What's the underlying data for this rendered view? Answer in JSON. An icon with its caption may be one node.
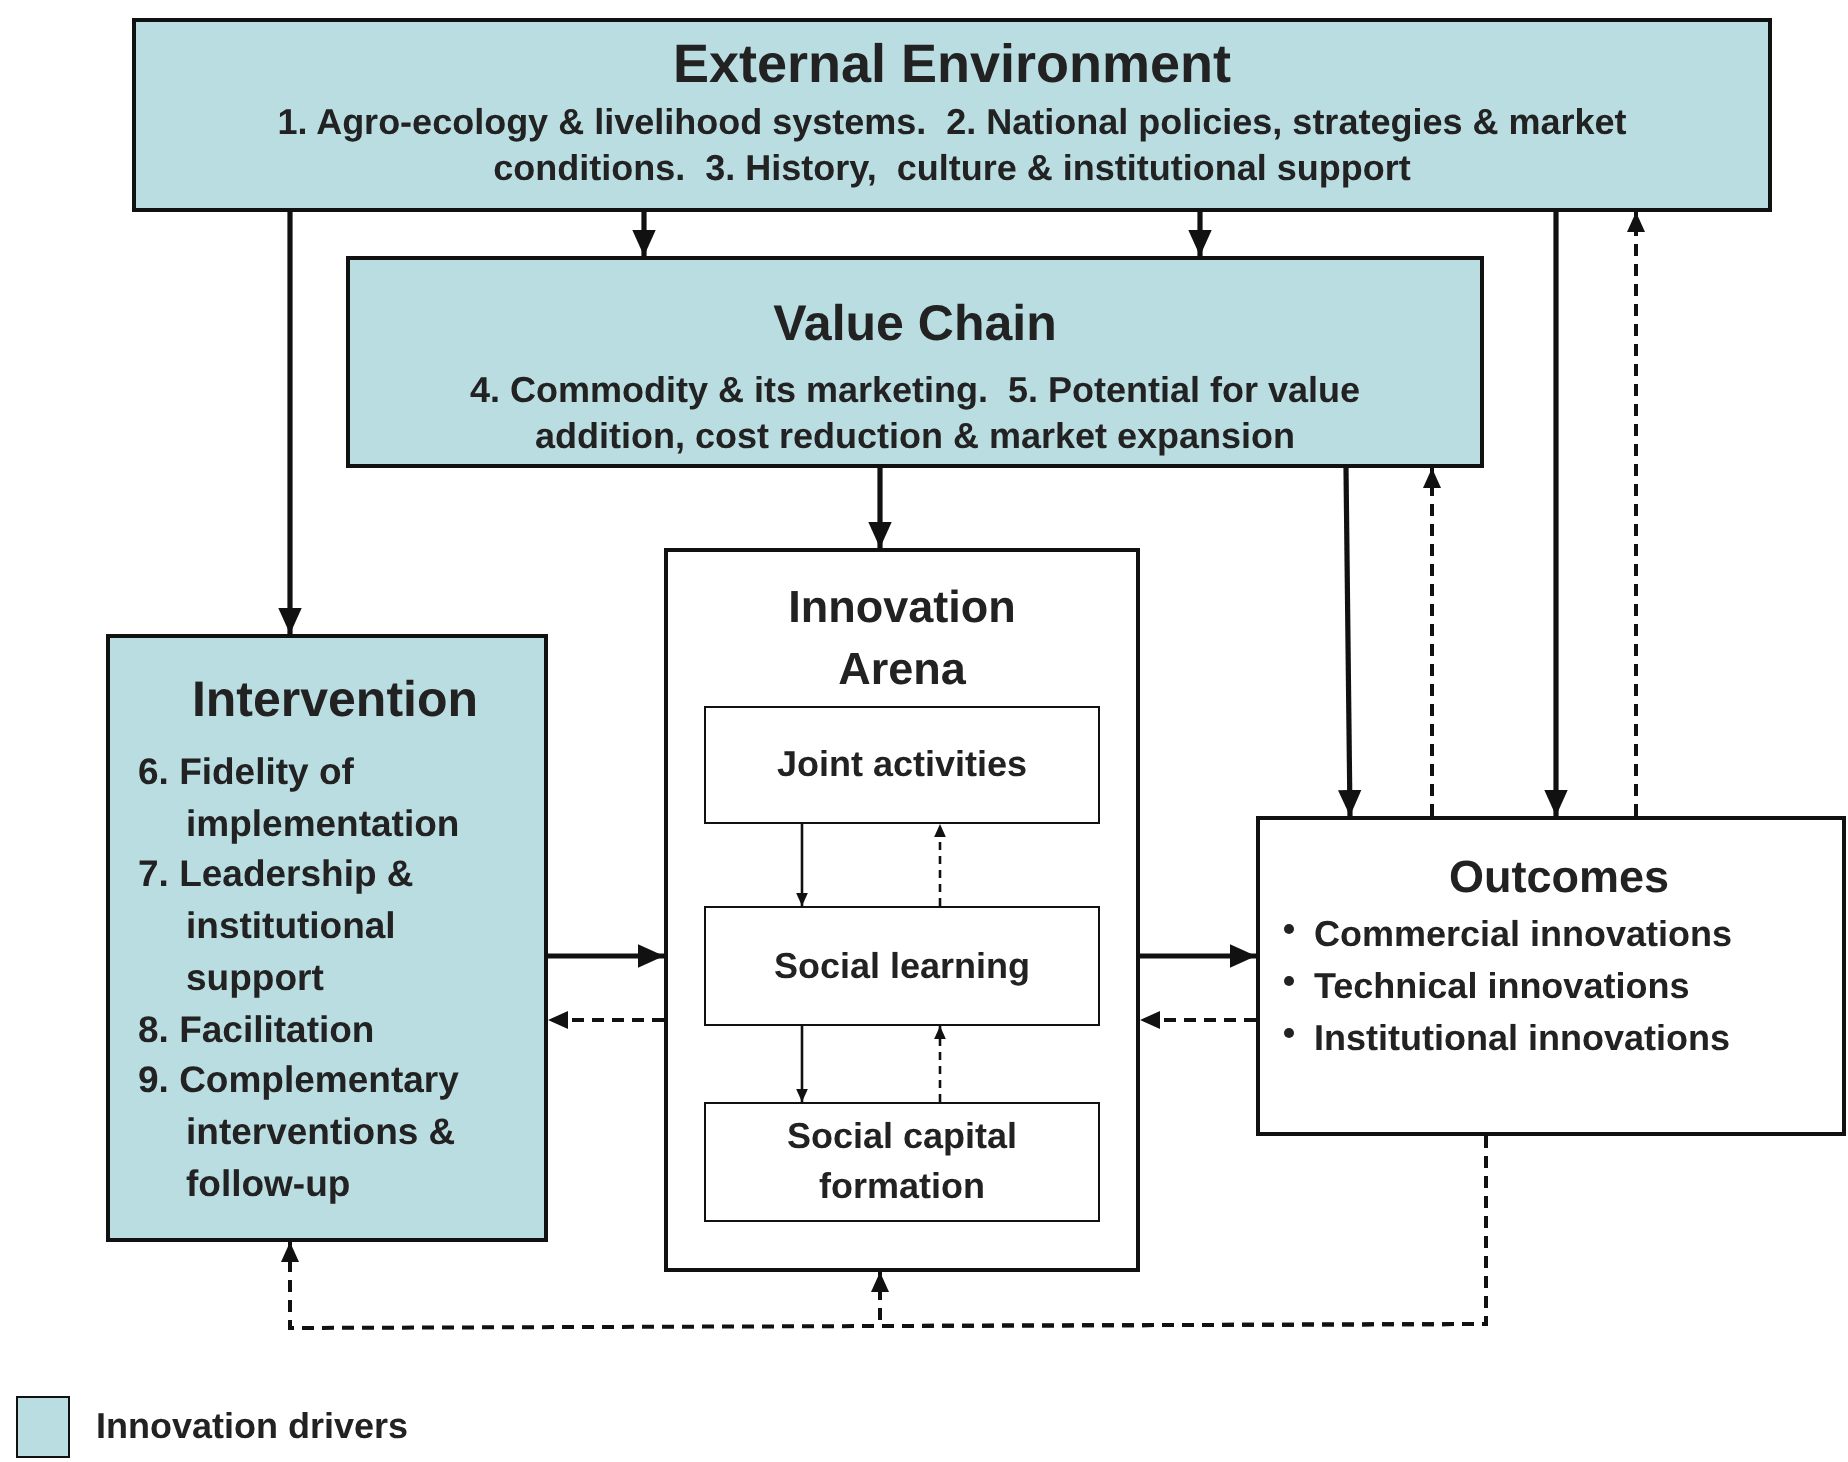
{
  "diagram": {
    "nodes": [
      {
        "text": [
          "External Environment",
          "1. Agro-ecology & livelihood systems.  2. National policies, strategies & market conditions.  3. History,  culture & institutional support"
        ]
      },
      {
        "text": [
          "Value Chain",
          "4. Commodity & its marketing.  5. Potential for value addition, cost reduction & market expansion"
        ]
      },
      {
        "text": [
          "Intervention",
          "6. Fidelity of implementation",
          "7. Leadership & institutional support",
          "8. Facilitation",
          "9. Complementary interventions & follow-up"
        ]
      },
      {
        "text": [
          "Innovation Arena"
        ]
      },
      {
        "text": [
          "Joint activities"
        ],
        "in": 3
      },
      {
        "text": [
          "Social learning"
        ],
        "in": 3
      },
      {
        "text": [
          "Social capital formation"
        ],
        "in": 3
      },
      {
        "text": [
          "Outcomes",
          "Commercial innovations",
          "Technical innovations",
          "Institutional innovations"
        ]
      }
    ],
    "edges": [
      {
        "from": 0,
        "to": 1,
        "arrow": "to"
      },
      {
        "from": 0,
        "to": 1,
        "arrow": "to"
      },
      {
        "from": 0,
        "to": 2,
        "arrow": "to"
      },
      {
        "from": 0,
        "to": 7,
        "arrow": "to"
      },
      {
        "from": 7,
        "to": 0,
        "arrow": "to",
        "style": "dashed"
      },
      {
        "from": 1,
        "to": 3,
        "arrow": "to"
      },
      {
        "from": 1,
        "to": 7,
        "arrow": "to"
      },
      {
        "from": 7,
        "to": 1,
        "arrow": "to",
        "style": "dashed"
      },
      {
        "from": 2,
        "to": 3,
        "arrow": "to"
      },
      {
        "from": 3,
        "to": 2,
        "arrow": "to",
        "style": "dashed"
      },
      {
        "from": 3,
        "to": 7,
        "arrow": "to"
      },
      {
        "from": 7,
        "to": 3,
        "arrow": "to",
        "style": "dashed"
      },
      {
        "from": 4,
        "to": 5,
        "arrow": "to"
      },
      {
        "from": 5,
        "to": 4,
        "arrow": "to",
        "style": "dashed"
      },
      {
        "from": 5,
        "to": 6,
        "arrow": "to"
      },
      {
        "from": 6,
        "to": 5,
        "arrow": "to",
        "style": "dashed"
      },
      {
        "from": 7,
        "to": 2,
        "arrow": "to",
        "style": "dashed"
      },
      {
        "from": 7,
        "to": 3,
        "arrow": "to",
        "style": "dashed"
      }
    ],
    "legend": [
      {
        "text": "Innovation drivers",
        "color": "#badde2"
      }
    ]
  }
}
